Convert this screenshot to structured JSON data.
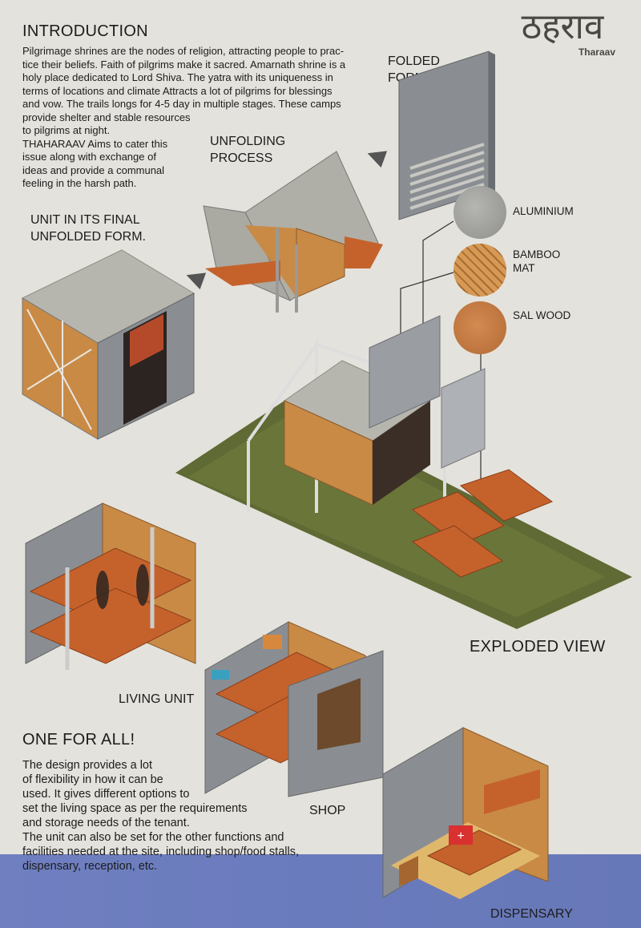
{
  "logo": {
    "devanagari": "ठहराव",
    "latin": "Tharaav"
  },
  "introduction": {
    "heading": "INTRODUCTION",
    "lines": [
      "Pilgrimage shrines are the nodes of religion, attracting people to prac-",
      "tice their beliefs. Faith of pilgrims make it sacred. Amarnath shrine is a",
      "holy place dedicated to Lord Shiva. The yatra with its uniqueness in",
      "terms of locations and climate Attracts a lot of pilgrims for blessings",
      "and vow. The trails longs for 4-5 day in multiple stages. These camps",
      "provide shelter and stable resources",
      "to pilgrims at night.",
      "THAHARAAV Aims to cater this",
      "issue along with exchange of",
      "ideas and provide a communal",
      "feeling in the harsh path."
    ]
  },
  "labels": {
    "folded_form": [
      "FOLDED",
      "FORM"
    ],
    "unfolding_process": [
      "UNFOLDING",
      "PROCESS"
    ],
    "final_form": [
      "UNIT IN ITS FINAL",
      "UNFOLDED FORM."
    ],
    "exploded_view": "EXPLODED VIEW",
    "living_unit": "LIVING UNIT",
    "shop": "SHOP",
    "dispensary": "DISPENSARY"
  },
  "materials": [
    {
      "lines": [
        "ALUMINIUM"
      ],
      "color": "#a9a9a5"
    },
    {
      "lines": [
        "BAMBOO",
        "MAT"
      ],
      "color": "#c88a45"
    },
    {
      "lines": [
        "SAL WOOD"
      ],
      "color": "#c07840"
    }
  ],
  "one_for_all": {
    "heading": "ONE FOR ALL!",
    "lines": [
      "The design provides a lot",
      "of flexibility in how it can be",
      "used. It gives different options to",
      "set the living space as per the requirements",
      "and storage needs of the tenant.",
      "The unit can also be set for the other functions and",
      "facilities needed at the site, including shop/food stalls,",
      "dispensary, reception, etc."
    ]
  },
  "colors": {
    "background": "#e4e2dc",
    "band": "#6a7bbd",
    "logo": "#4a4844",
    "bamboo": "#c98a46",
    "wood": "#c5622c",
    "aluminium": "#8d9196",
    "concrete": "#b6b5ad",
    "grass": "#5f6a34"
  }
}
